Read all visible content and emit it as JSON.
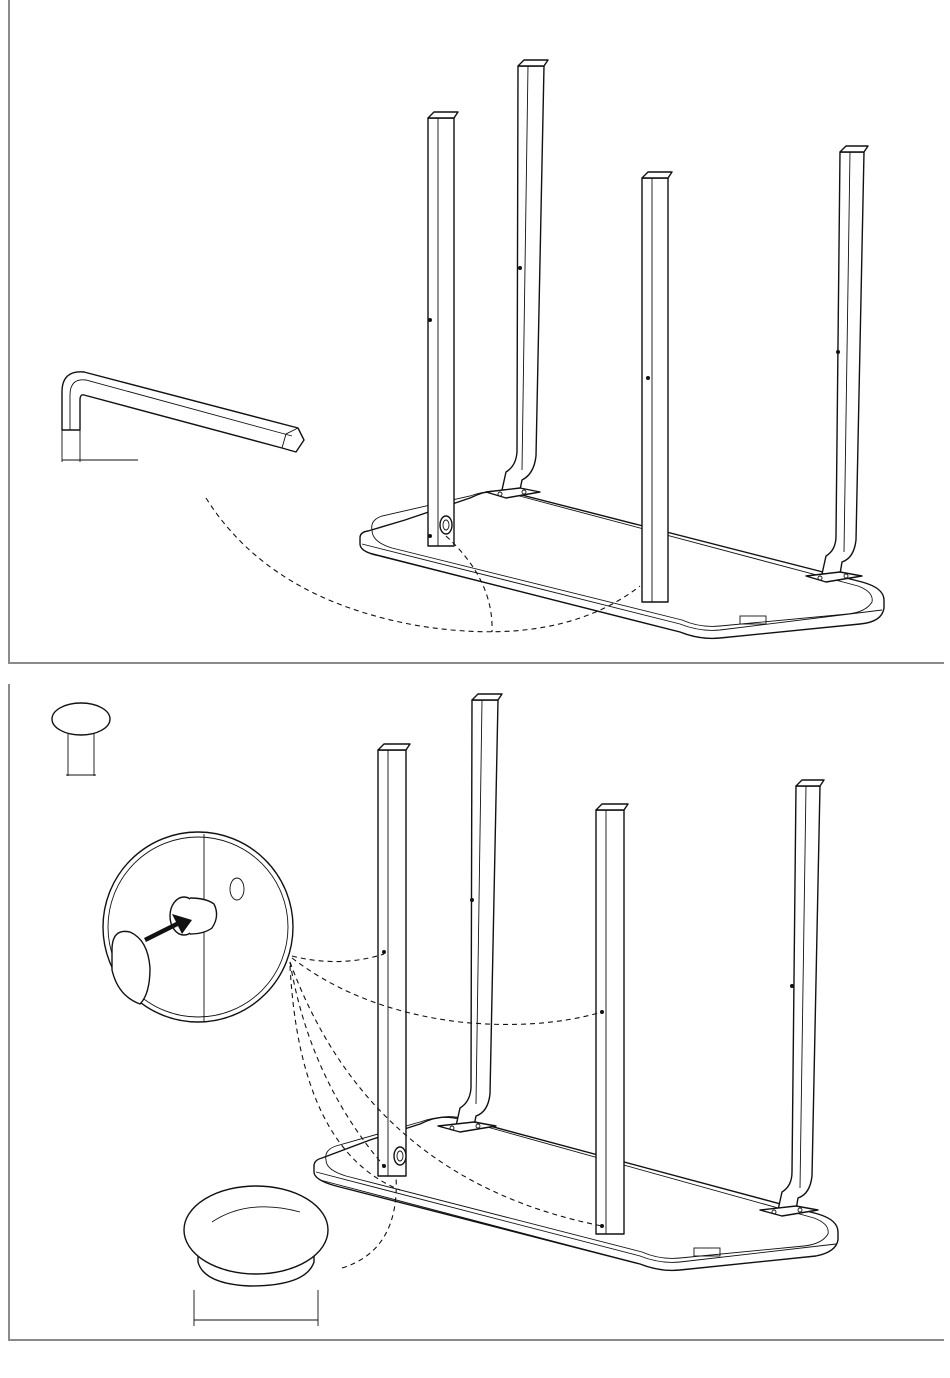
{
  "figure": {
    "steps": [
      {
        "id": "step-1",
        "tool": "hex-key-icon",
        "object": "table-frame-upside-down"
      },
      {
        "id": "step-2",
        "part": "screw-cap-icon",
        "object": "table-frame-upside-down",
        "detail": "magnifier-insert-cap"
      }
    ],
    "colors": {
      "line": "#111111",
      "panel_border": "#8a8a8a",
      "background": "#ffffff"
    }
  }
}
